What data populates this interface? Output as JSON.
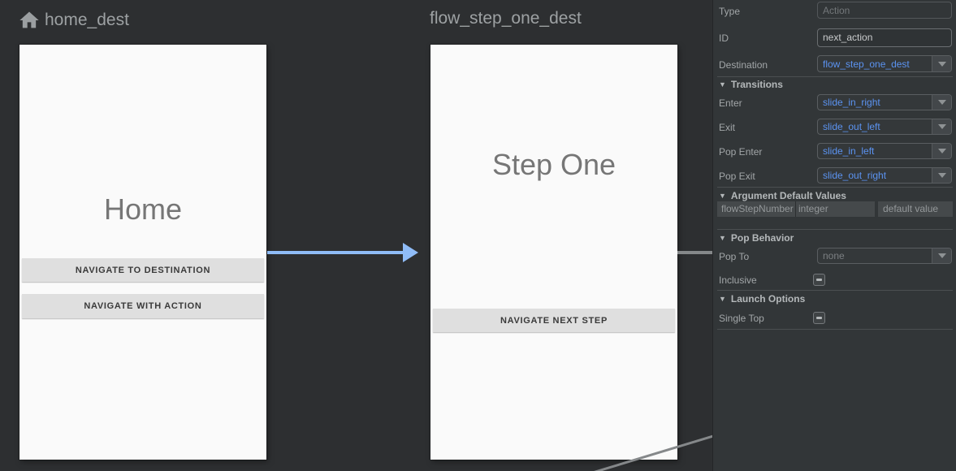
{
  "canvas": {
    "home": {
      "title": "home_dest",
      "screen_title": "Home",
      "button1": "NAVIGATE TO DESTINATION",
      "button2": "NAVIGATE WITH ACTION"
    },
    "step_one": {
      "title": "flow_step_one_dest",
      "screen_title": "Step One",
      "button1": "NAVIGATE NEXT STEP"
    }
  },
  "panel": {
    "type": {
      "label": "Type",
      "placeholder": "Action"
    },
    "id": {
      "label": "ID",
      "value": "next_action"
    },
    "destination": {
      "label": "Destination",
      "value": "flow_step_one_dest"
    },
    "transitions": {
      "header": "Transitions",
      "rows": [
        {
          "label": "Enter",
          "value": "slide_in_right"
        },
        {
          "label": "Exit",
          "value": "slide_out_left"
        },
        {
          "label": "Pop Enter",
          "value": "slide_in_left"
        },
        {
          "label": "Pop Exit",
          "value": "slide_out_right"
        }
      ]
    },
    "arguments": {
      "header": "Argument Default Values",
      "name": "flowStepNumber",
      "type": "integer",
      "default_placeholder": "default value"
    },
    "pop_behavior": {
      "header": "Pop Behavior",
      "pop_to_label": "Pop To",
      "pop_to_value": "none",
      "inclusive_label": "Inclusive"
    },
    "launch_options": {
      "header": "Launch Options",
      "single_top_label": "Single Top"
    }
  },
  "colors": {
    "action_arrow_blue": "#8fbcf7",
    "connection_gray": "#85888a",
    "link_blue": "#5b93f1"
  }
}
